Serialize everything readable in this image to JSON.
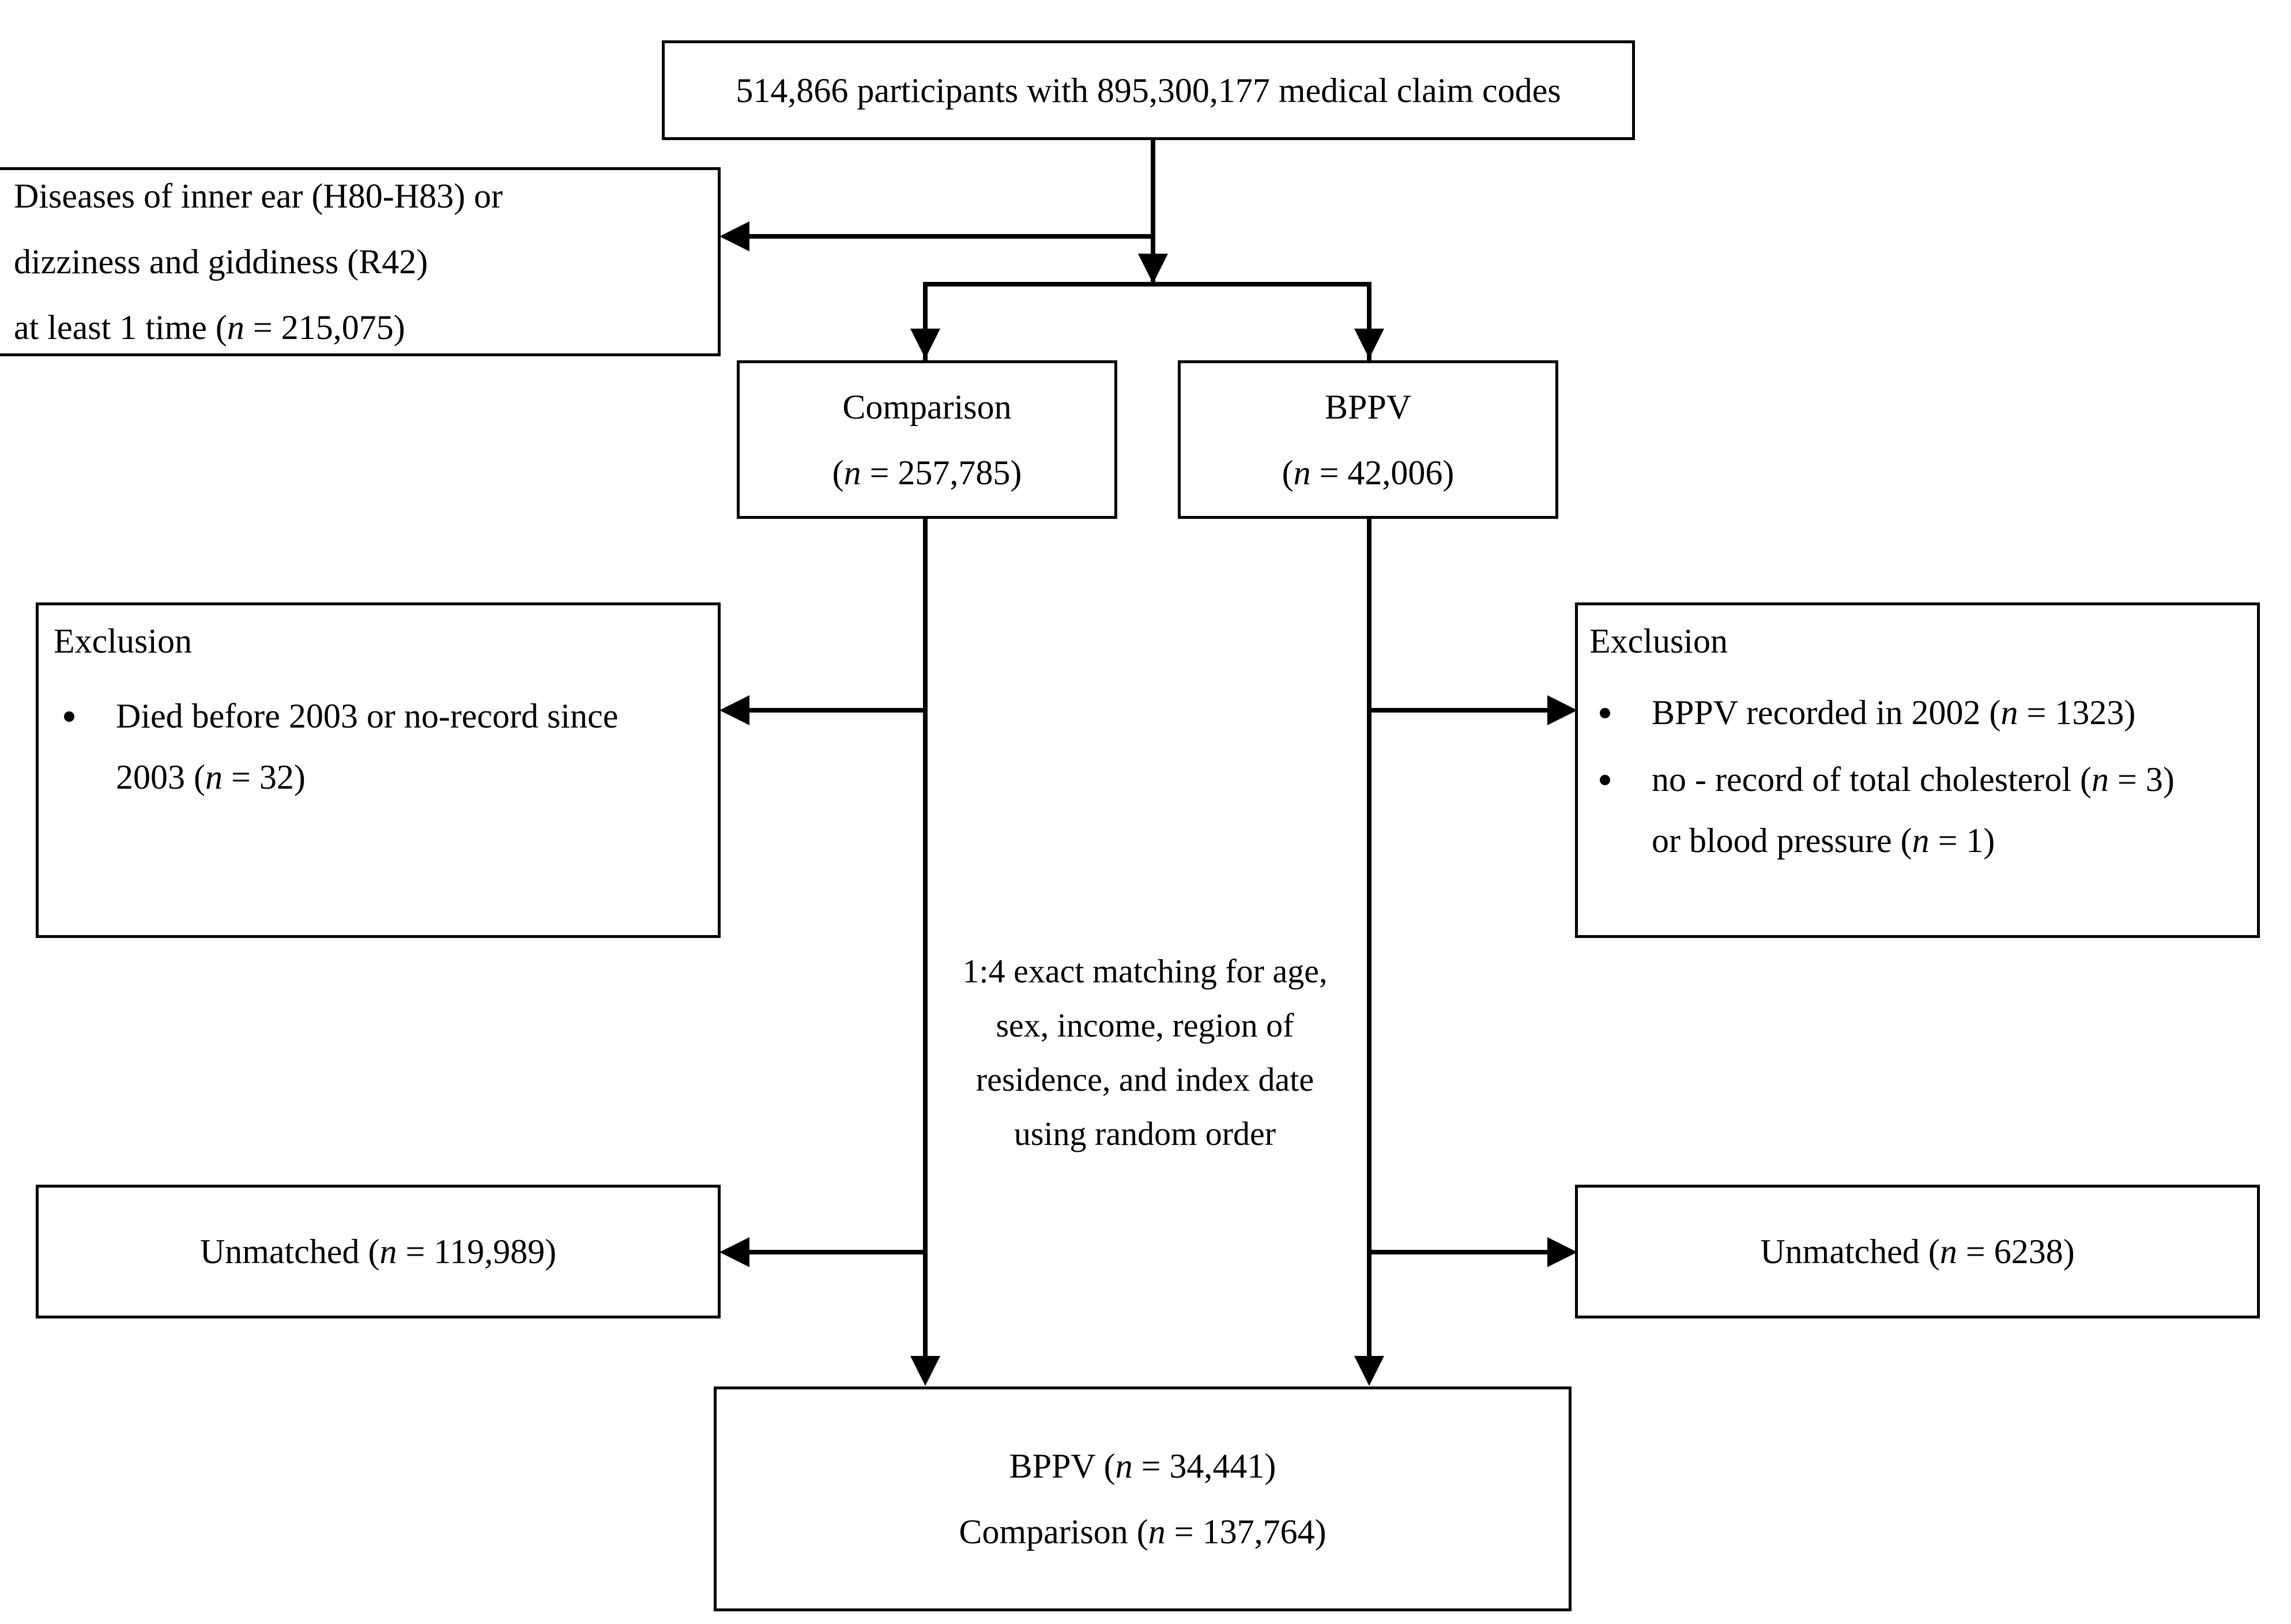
{
  "diagram": {
    "title": "Study participant selection flow",
    "type": "flowchart",
    "stroke_color": "#000000",
    "background_color": "#ffffff"
  },
  "nodes": {
    "source_population": {
      "lines": [
        "514,866 participants with 895,300,177 medical claim codes"
      ]
    },
    "inner_ear_criteria": {
      "lines": [
        "Diseases of inner ear (H80-H83) or",
        "dizziness and giddiness (R42)",
        "at least 1 time (n = 215,075)"
      ]
    },
    "comparison_group": {
      "lines": [
        "Comparison",
        "(n = 257,785)"
      ]
    },
    "bppv_group": {
      "lines": [
        "BPPV",
        "(n = 42,006)"
      ]
    },
    "exclusion_left": {
      "heading": "Exclusion",
      "bullets": [
        {
          "text": "Died before 2003 or no-record since",
          "sub": "2003 (n = 32)"
        }
      ]
    },
    "exclusion_right": {
      "heading": "Exclusion",
      "bullets": [
        {
          "text": "BPPV recorded in 2002 (n = 1323)",
          "sub": ""
        },
        {
          "text": "no - record of total cholesterol (n = 3)",
          "sub": "or blood pressure (n = 1)"
        }
      ]
    },
    "matching_note": {
      "lines": [
        "1:4 exact matching for age,",
        "sex, income, region of",
        "residence, and index date",
        "using random order"
      ]
    },
    "unmatched_left": {
      "lines": [
        "Unmatched (n = 119,989)"
      ]
    },
    "unmatched_right": {
      "lines": [
        "Unmatched (n = 6238)"
      ]
    },
    "final_cohort": {
      "lines": [
        "BPPV (n = 34,441)",
        "Comparison (n = 137,764)"
      ]
    }
  }
}
